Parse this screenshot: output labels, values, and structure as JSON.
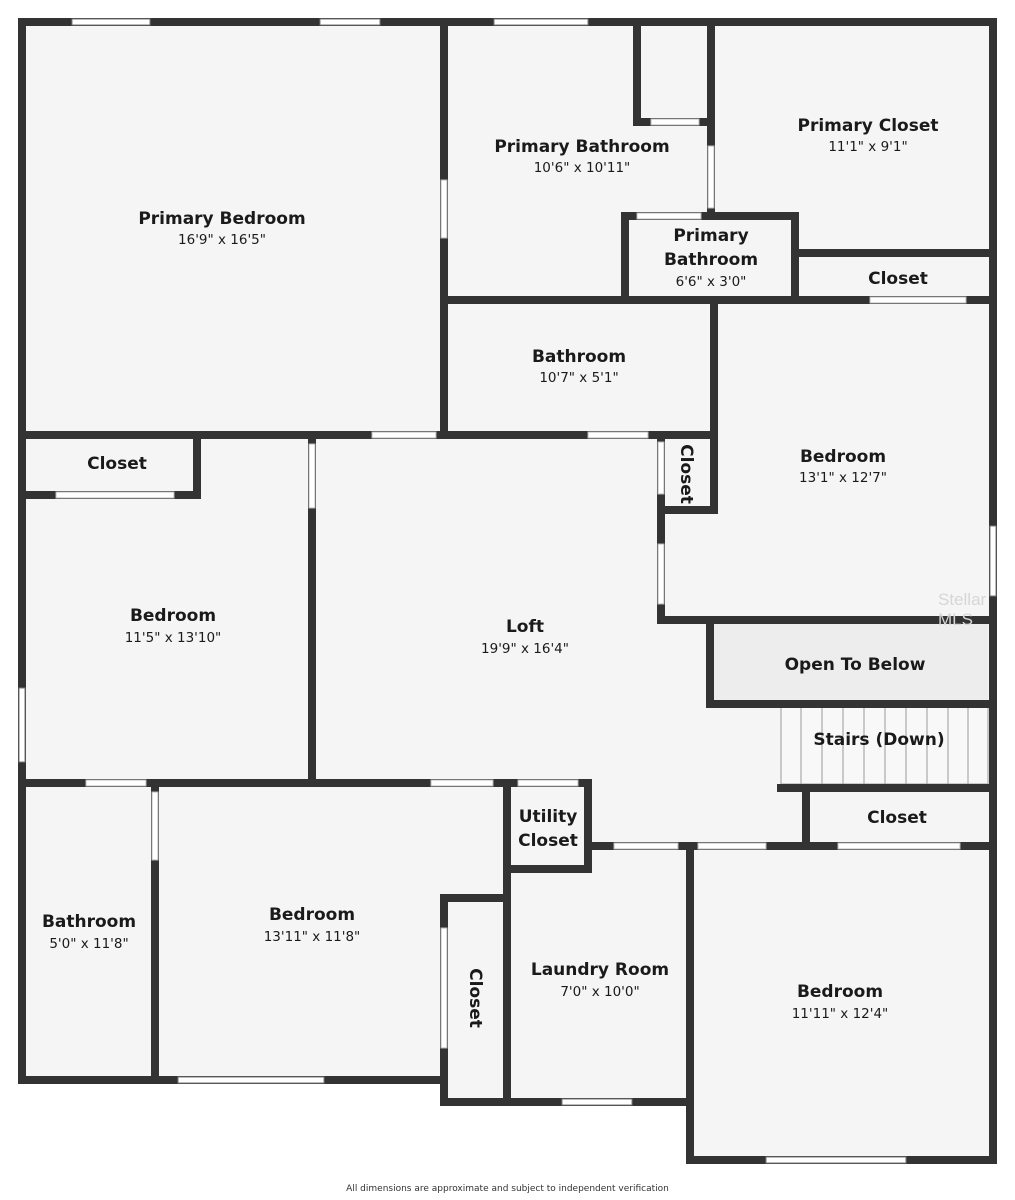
{
  "rooms": {
    "primary_bedroom": {
      "name": "Primary Bedroom",
      "dims": "16'9\" x 16'5\""
    },
    "primary_bathroom": {
      "name": "Primary Bathroom",
      "dims": "10'6\" x 10'11\""
    },
    "primary_closet": {
      "name": "Primary Closet",
      "dims": "11'1\" x 9'1\""
    },
    "primary_bathroom_small": {
      "name_line1": "Primary",
      "name_line2": "Bathroom",
      "dims": "6'6\" x 3'0\""
    },
    "closet_upper_right": {
      "name": "Closet"
    },
    "bathroom_mid": {
      "name": "Bathroom",
      "dims": "10'7\" x 5'1\""
    },
    "bedroom_right": {
      "name": "Bedroom",
      "dims": "13'1\" x 12'7\""
    },
    "closet_left": {
      "name": "Closet"
    },
    "closet_vertical_mid": {
      "name": "Closet"
    },
    "bedroom_left": {
      "name": "Bedroom",
      "dims": "11'5\" x 13'10\""
    },
    "loft": {
      "name": "Loft",
      "dims": "19'9\" x 16'4\""
    },
    "open_to_below": {
      "name": "Open To Below"
    },
    "stairs": {
      "name": "Stairs (Down)"
    },
    "utility_closet": {
      "name_line1": "Utility",
      "name_line2": "Closet"
    },
    "closet_lower_right": {
      "name": "Closet"
    },
    "bathroom_lower_left": {
      "name": "Bathroom",
      "dims": "5'0\" x 11'8\""
    },
    "bedroom_lower_mid": {
      "name": "Bedroom",
      "dims": "13'11\" x 11'8\""
    },
    "closet_vertical_lower": {
      "name": "Closet"
    },
    "laundry_room": {
      "name": "Laundry Room",
      "dims": "7'0\" x 10'0\""
    },
    "bedroom_lower_right": {
      "name": "Bedroom",
      "dims": "11'11\" x 12'4\""
    }
  },
  "footer": "All dimensions are approximate and subject to independent verification",
  "watermark": "Stellar MLS",
  "colors": {
    "wall": "#333333",
    "floor": "#f5f5f5",
    "open_to_below": "#ededed"
  }
}
